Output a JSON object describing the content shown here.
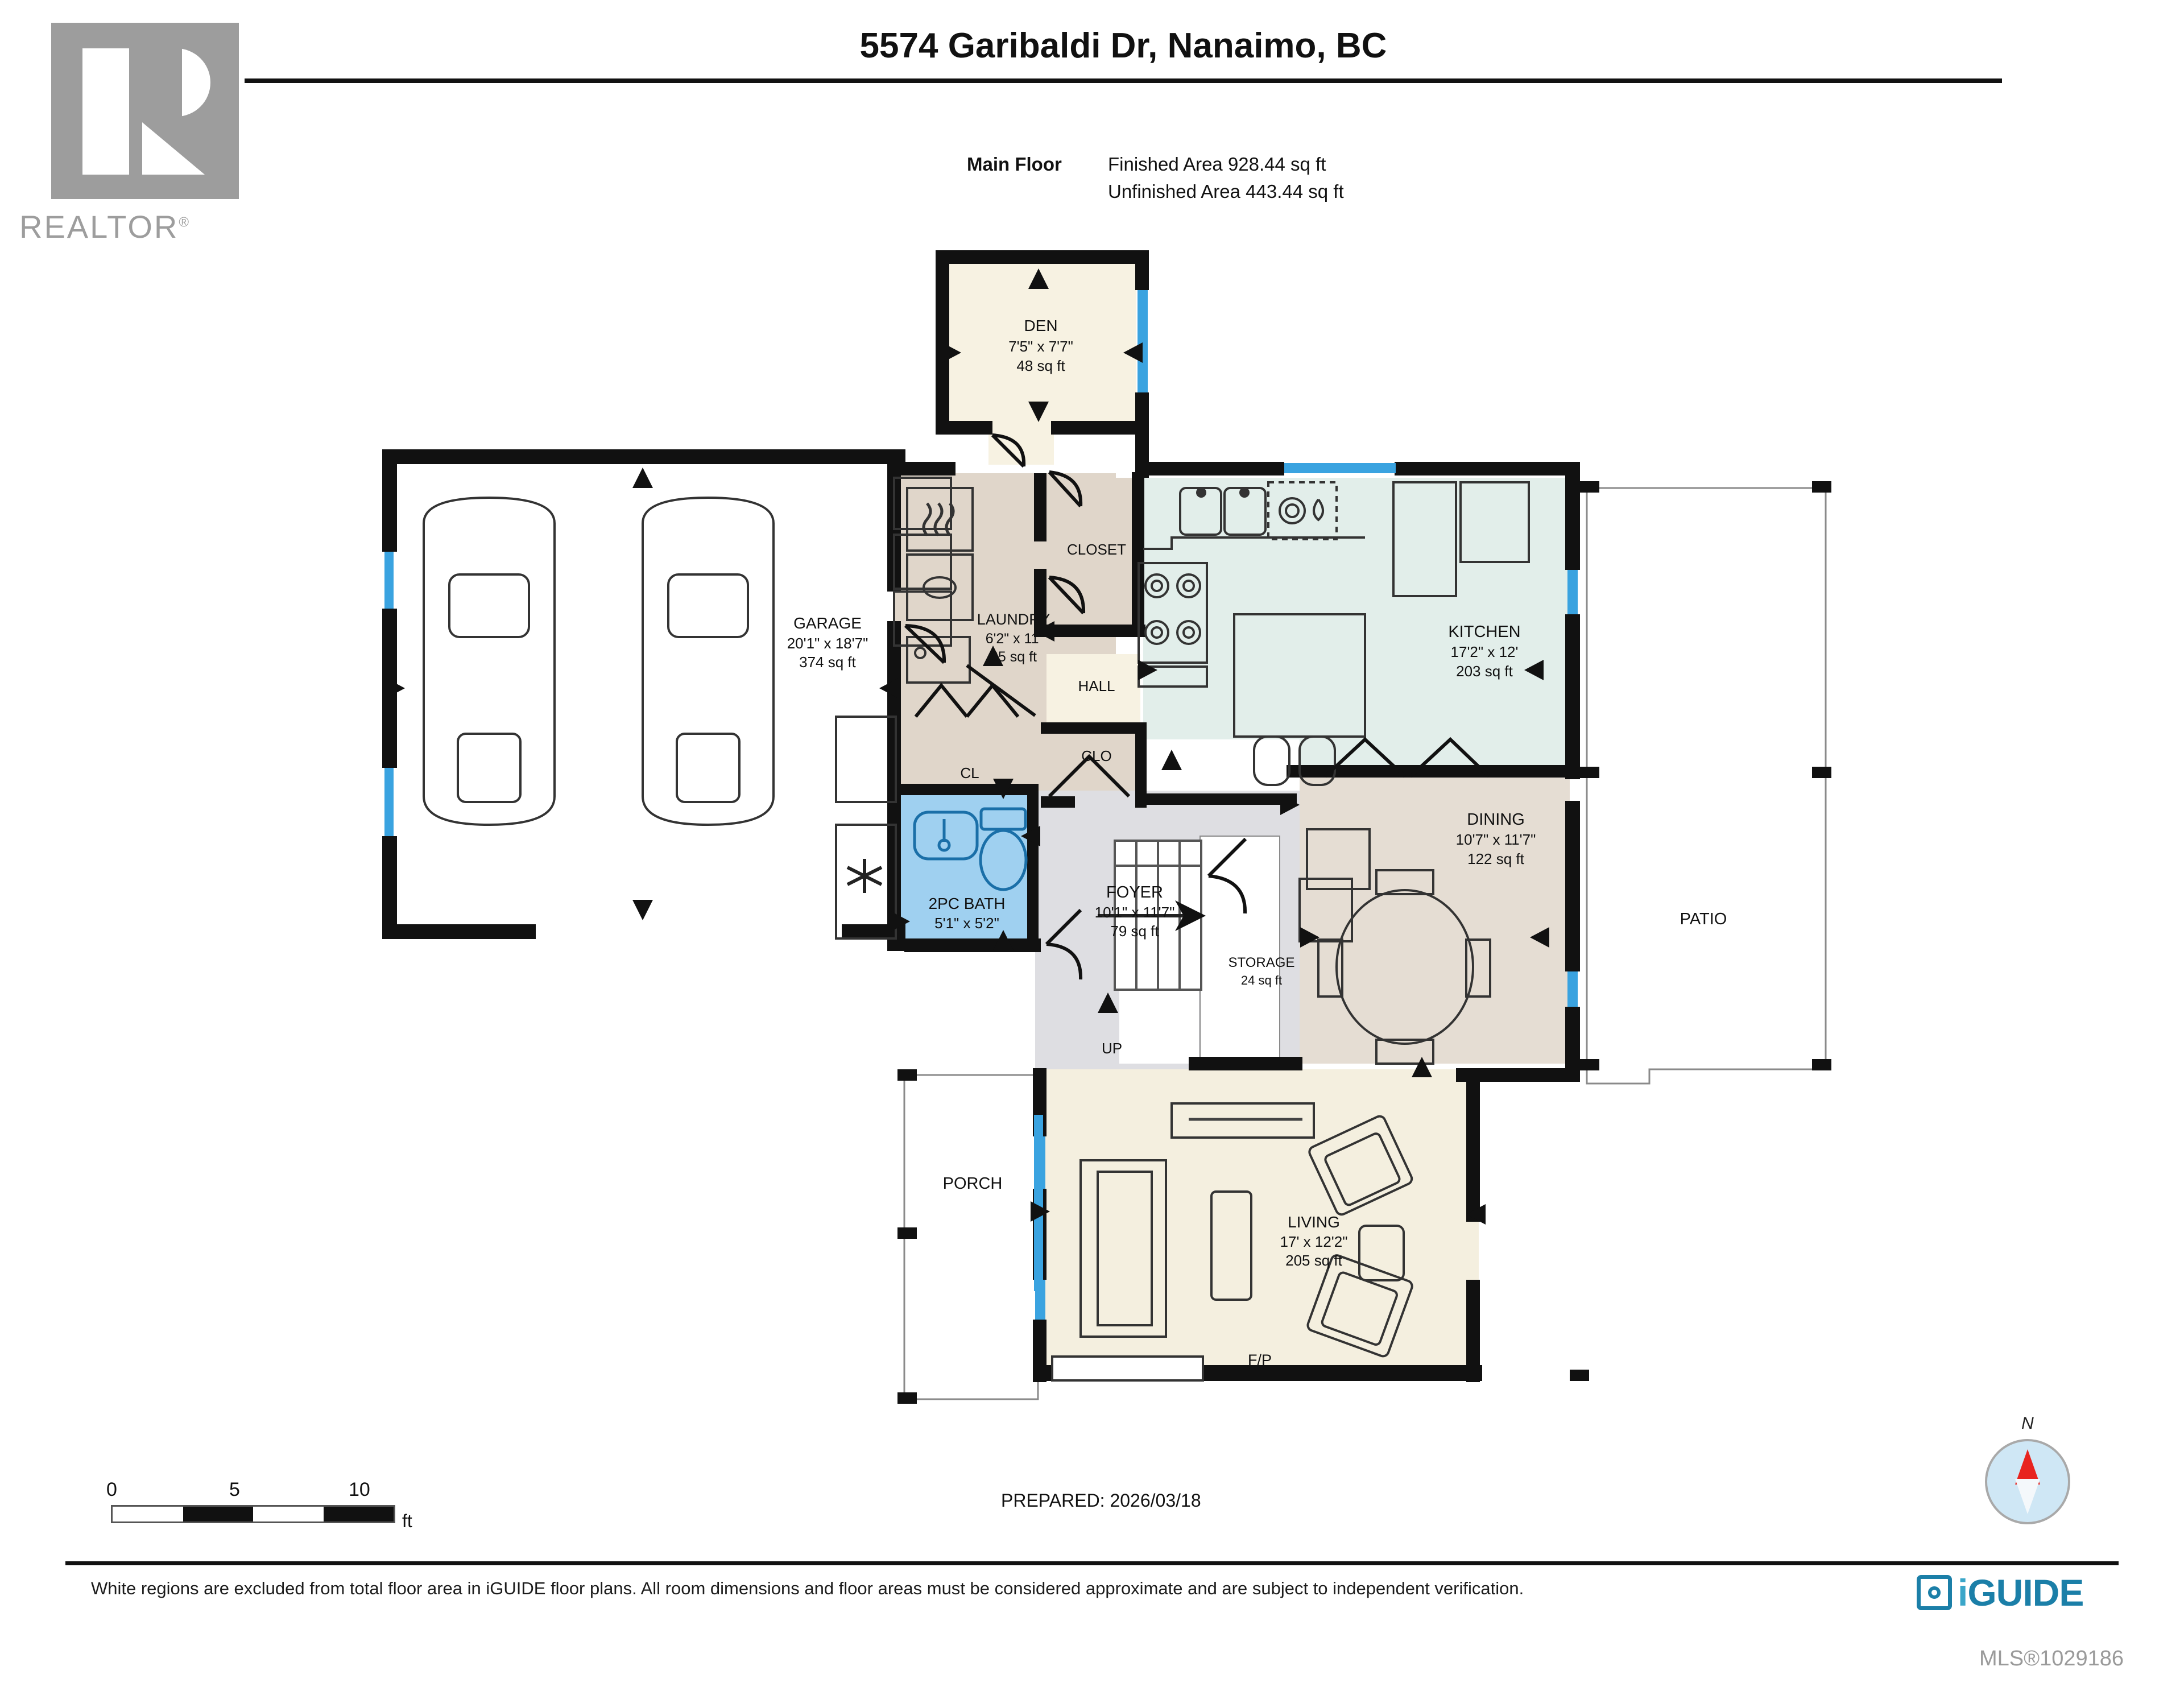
{
  "header": {
    "title": "5574 Garibaldi Dr, Nanaimo, BC",
    "floor_label": "Main Floor",
    "finished_area": "Finished Area 928.44 sq ft",
    "unfinished_area": "Unfinished Area 443.44 sq ft"
  },
  "branding": {
    "realtor_word": "REALTOR",
    "realtor_reg": "®",
    "iguide_i": "i",
    "iguide_guide": "GUIDE",
    "mls": "MLS®1029186"
  },
  "footer": {
    "scale_0": "0",
    "scale_5": "5",
    "scale_10": "10",
    "scale_unit": "ft",
    "prepared": "PREPARED: 2026/03/18",
    "compass_n": "N",
    "disclaimer": "White regions are excluded from total floor area in iGUIDE floor plans. All room dimensions and floor areas must be considered approximate and are subject to independent verification."
  },
  "colors": {
    "wall": "#111111",
    "window": "#3aa3e0",
    "kitchen_fill": "#e2eeea",
    "dining_fill": "#e5ddd3",
    "living_fill": "#f4efdf",
    "den_fill": "#f7f2e2",
    "laundry_fill": "#e0d6ca",
    "foyer_fill": "#dedee2",
    "bath_fill": "#9fd0f0",
    "unfinished_fill": "#ffffff",
    "patio_outline": "#8a8a8a"
  },
  "rooms": [
    {
      "id": "den",
      "name": "DEN",
      "dims": "7'5\" x 7'7\"",
      "area": "48 sq ft"
    },
    {
      "id": "garage",
      "name": "GARAGE",
      "dims": "20'1\" x 18'7\"",
      "area": "374 sq ft"
    },
    {
      "id": "laundry",
      "name": "LAUNDRY",
      "dims": "6'2\" x 11'",
      "area": "65 sq ft"
    },
    {
      "id": "kitchen",
      "name": "KITCHEN",
      "dims": "17'2\" x 12'",
      "area": "203 sq ft"
    },
    {
      "id": "dining",
      "name": "DINING",
      "dims": "10'7\" x 11'7\"",
      "area": "122 sq ft"
    },
    {
      "id": "foyer",
      "name": "FOYER",
      "dims": "10'1\" x 11'7\"",
      "area": "79 sq ft"
    },
    {
      "id": "bath",
      "name": "2PC BATH",
      "dims": "5'1\" x 5'2\"",
      "area": ""
    },
    {
      "id": "living",
      "name": "LIVING",
      "dims": "17' x 12'2\"",
      "area": "205 sq ft"
    },
    {
      "id": "storage",
      "name": "STORAGE",
      "dims": "",
      "area": "24 sq ft"
    }
  ],
  "labels": {
    "closet": "CLOSET",
    "hall": "HALL",
    "clo": "CLO",
    "cl": "CL",
    "patio": "PATIO",
    "porch": "PORCH",
    "up": "UP",
    "fp": "F/P"
  }
}
